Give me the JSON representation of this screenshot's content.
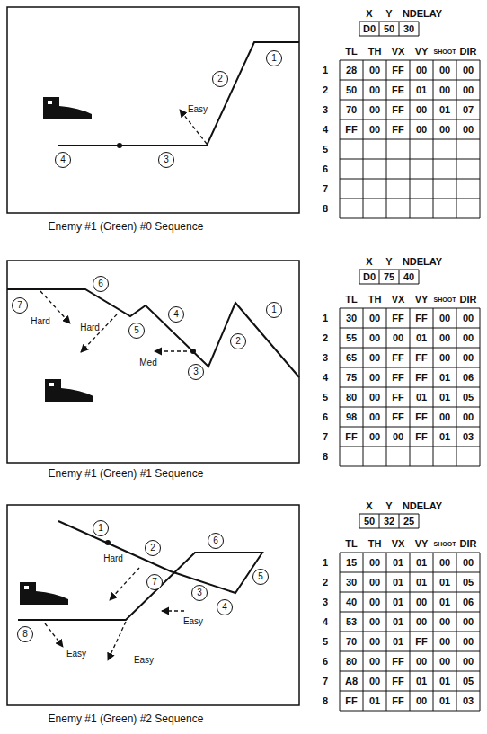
{
  "diagram": {
    "nodes": [
      {
        "text": [
          "1"
        ]
      },
      {
        "text": [
          "2"
        ]
      },
      {
        "text": [
          "3"
        ]
      },
      {
        "text": [
          "4"
        ]
      },
      {
        "text": [
          "1"
        ]
      },
      {
        "text": [
          "2"
        ]
      },
      {
        "text": [
          "3"
        ]
      },
      {
        "text": [
          "4"
        ]
      },
      {
        "text": [
          "5"
        ]
      },
      {
        "text": [
          "6"
        ]
      },
      {
        "text": [
          "7"
        ]
      },
      {
        "text": [
          "1"
        ]
      },
      {
        "text": [
          "2"
        ]
      },
      {
        "text": [
          "3"
        ]
      },
      {
        "text": [
          "4"
        ]
      },
      {
        "text": [
          "5"
        ]
      },
      {
        "text": [
          "6"
        ]
      },
      {
        "text": [
          "7"
        ]
      },
      {
        "text": [
          "8"
        ]
      }
    ],
    "labels": [
      "X",
      "Y",
      "NDELAY",
      "D0",
      "50",
      "30",
      "TL",
      "TH",
      "VX",
      "VY",
      "SHOOT",
      "DIR",
      "1",
      "28",
      "00",
      "FF",
      "00",
      "00",
      "00",
      "2",
      "50",
      "00",
      "FE",
      "01",
      "00",
      "00",
      "3",
      "70",
      "00",
      "FF",
      "00",
      "01",
      "07",
      "4",
      "FF",
      "00",
      "FF",
      "00",
      "00",
      "00",
      "5",
      "6",
      "7",
      "8",
      "Easy",
      "Enemy #1 (Green) #0 Sequence",
      "X",
      "Y",
      "NDELAY",
      "D0",
      "75",
      "40",
      "TL",
      "TH",
      "VX",
      "VY",
      "SHOOT",
      "DIR",
      "1",
      "30",
      "00",
      "FF",
      "FF",
      "00",
      "00",
      "2",
      "55",
      "00",
      "00",
      "01",
      "00",
      "00",
      "3",
      "65",
      "00",
      "FF",
      "FF",
      "00",
      "00",
      "4",
      "75",
      "00",
      "FF",
      "FF",
      "01",
      "06",
      "5",
      "80",
      "00",
      "FF",
      "01",
      "01",
      "05",
      "6",
      "98",
      "00",
      "FF",
      "FF",
      "00",
      "00",
      "7",
      "FF",
      "00",
      "00",
      "FF",
      "01",
      "03",
      "8",
      "Hard",
      "Hard",
      "Med",
      "Enemy #1 (Green) #1 Sequence",
      "X",
      "Y",
      "NDELAY",
      "50",
      "32",
      "25",
      "TL",
      "TH",
      "VX",
      "VY",
      "SHOOT",
      "DIR",
      "1",
      "15",
      "00",
      "01",
      "01",
      "00",
      "00",
      "2",
      "30",
      "00",
      "01",
      "01",
      "01",
      "05",
      "3",
      "40",
      "00",
      "01",
      "00",
      "01",
      "06",
      "4",
      "53",
      "00",
      "01",
      "00",
      "00",
      "00",
      "5",
      "70",
      "00",
      "01",
      "FF",
      "00",
      "00",
      "6",
      "80",
      "00",
      "FF",
      "00",
      "00",
      "00",
      "7",
      "A8",
      "00",
      "FF",
      "01",
      "01",
      "05",
      "8",
      "FF",
      "01",
      "FF",
      "00",
      "01",
      "03",
      "Hard",
      "Easy",
      "Easy",
      "Easy",
      "Enemy #1 (Green) #2 Sequence"
    ]
  }
}
